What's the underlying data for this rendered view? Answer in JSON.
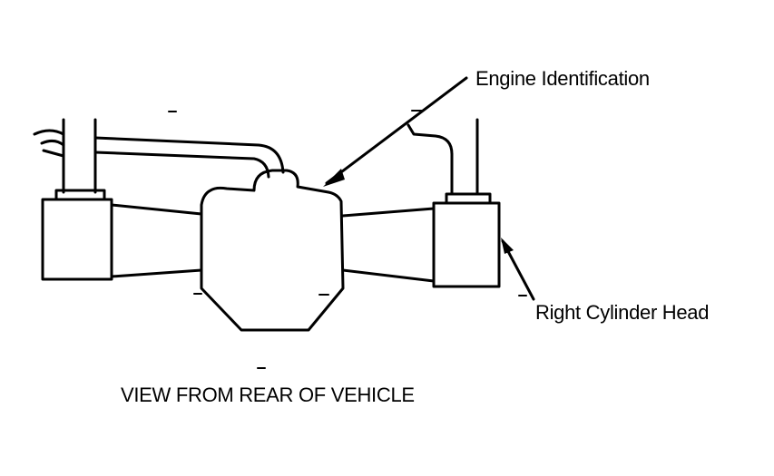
{
  "diagram": {
    "labels": {
      "engine_identification": "Engine Identification",
      "right_cylinder_head": "Right Cylinder Head"
    },
    "caption": "VIEW FROM REAR OF VEHICLE",
    "colors": {
      "line": "#000000",
      "background": "#ffffff"
    }
  }
}
